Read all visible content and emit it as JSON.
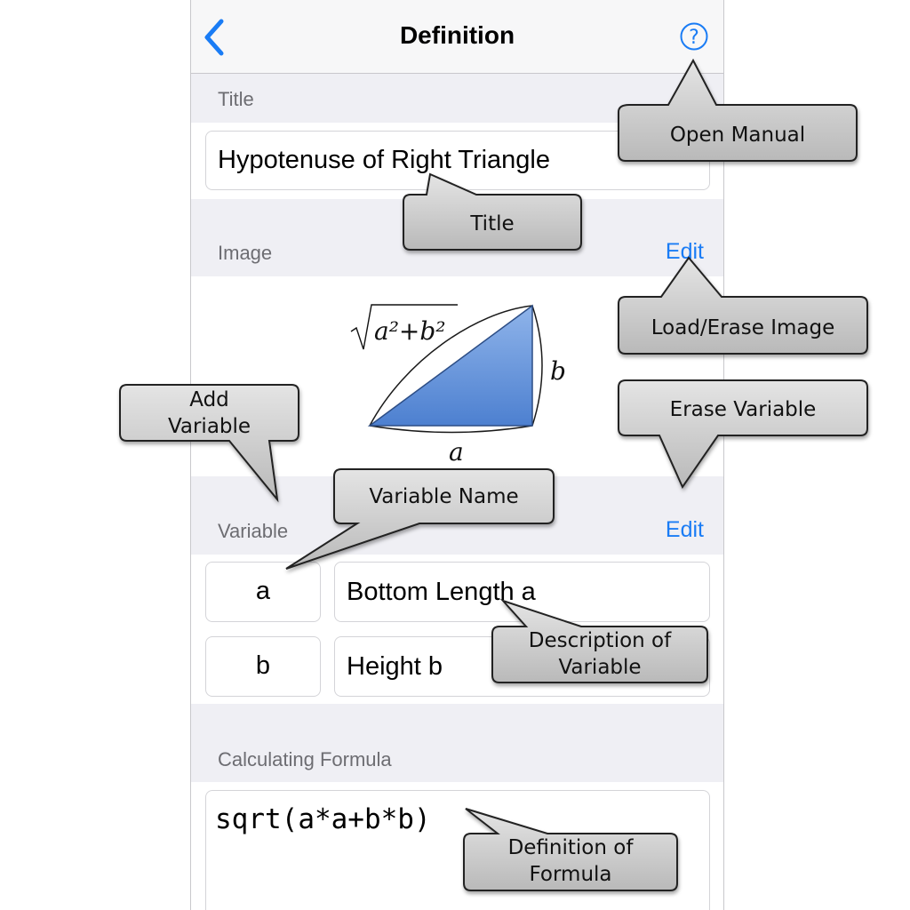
{
  "navbar": {
    "title": "Definition",
    "back_icon": "chevron-left-icon",
    "help_icon": "question-circle-icon"
  },
  "sections": {
    "title_header": "Title",
    "title_value": "Hypotenuse of Right Triangle",
    "image_header": "Image",
    "image_edit": "Edit",
    "variable_header": "Variable",
    "variable_edit": "Edit",
    "formula_header": "Calculating Formula"
  },
  "figure": {
    "hypotenuse_label": "a²+b²",
    "side_b": "b",
    "side_a": "a"
  },
  "variables": [
    {
      "name": "a",
      "description": "Bottom Length a"
    },
    {
      "name": "b",
      "description": "Height b"
    }
  ],
  "formula": "sqrt(a*a+b*b)",
  "callouts": {
    "open_manual": "Open Manual",
    "title": "Title",
    "load_erase_image": "Load/Erase Image",
    "add_variable_1": "Add",
    "add_variable_2": "Variable",
    "erase_variable": "Erase Variable",
    "variable_name": "Variable Name",
    "description_1": "Description of",
    "description_2": "Variable",
    "definition_1": "Definition of",
    "definition_2": "Formula"
  },
  "colors": {
    "accent": "#1a7cf5",
    "triangle_fill": "#5b8fd9",
    "callout_fill": "#d2d2d2"
  }
}
